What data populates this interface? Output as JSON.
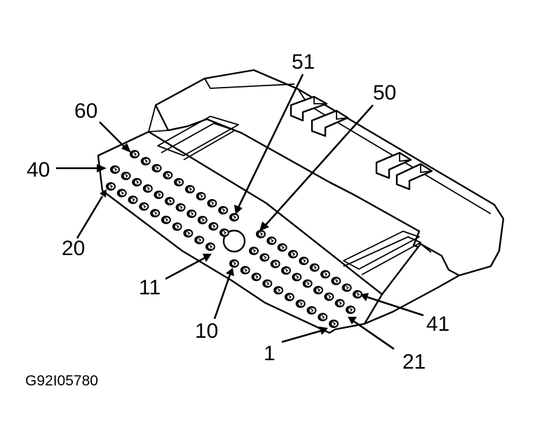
{
  "figure": {
    "subject": "60-pin connector face",
    "figure_id": "G92I05780",
    "callouts": [
      {
        "id": "60",
        "label": "60"
      },
      {
        "id": "51",
        "label": "51"
      },
      {
        "id": "50",
        "label": "50"
      },
      {
        "id": "40",
        "label": "40"
      },
      {
        "id": "20",
        "label": "20"
      },
      {
        "id": "11",
        "label": "11"
      },
      {
        "id": "10",
        "label": "10"
      },
      {
        "id": "1",
        "label": "1"
      },
      {
        "id": "41",
        "label": "41"
      },
      {
        "id": "21",
        "label": "21"
      }
    ]
  }
}
